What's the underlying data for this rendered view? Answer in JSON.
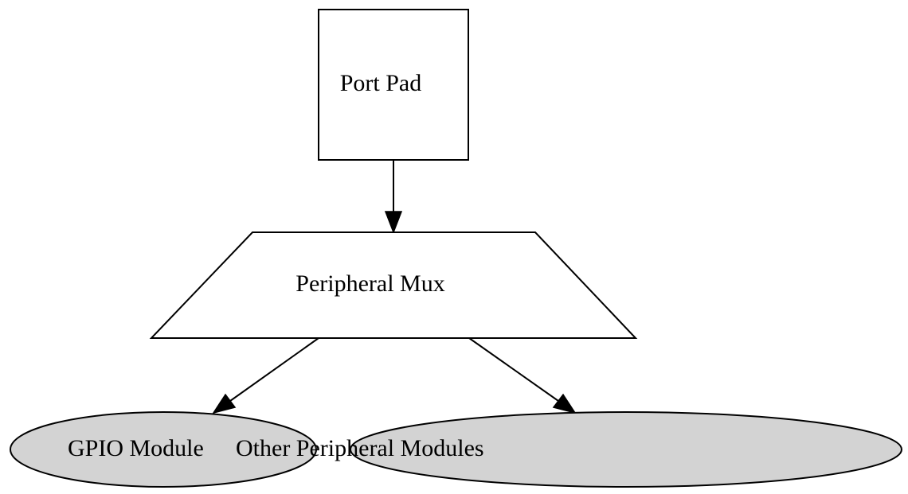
{
  "diagram": {
    "colors": {
      "stroke": "#000000",
      "plain_fill": "#ffffff",
      "module_fill": "#d3d3d3",
      "text": "#000000"
    },
    "nodes": {
      "port_pad": {
        "label": "Port Pad",
        "shape": "square"
      },
      "peripheral_mux": {
        "label": "Peripheral Mux",
        "shape": "trapezium"
      },
      "gpio_module": {
        "label": "GPIO Module",
        "shape": "ellipse"
      },
      "other_modules": {
        "label": "Other Peripheral Modules",
        "shape": "ellipse"
      }
    },
    "edges": [
      {
        "from": "Port Pad",
        "to": "Peripheral Mux"
      },
      {
        "from": "Peripheral Mux",
        "to": "GPIO Module"
      },
      {
        "from": "Peripheral Mux",
        "to": "Other Peripheral Modules"
      }
    ]
  }
}
